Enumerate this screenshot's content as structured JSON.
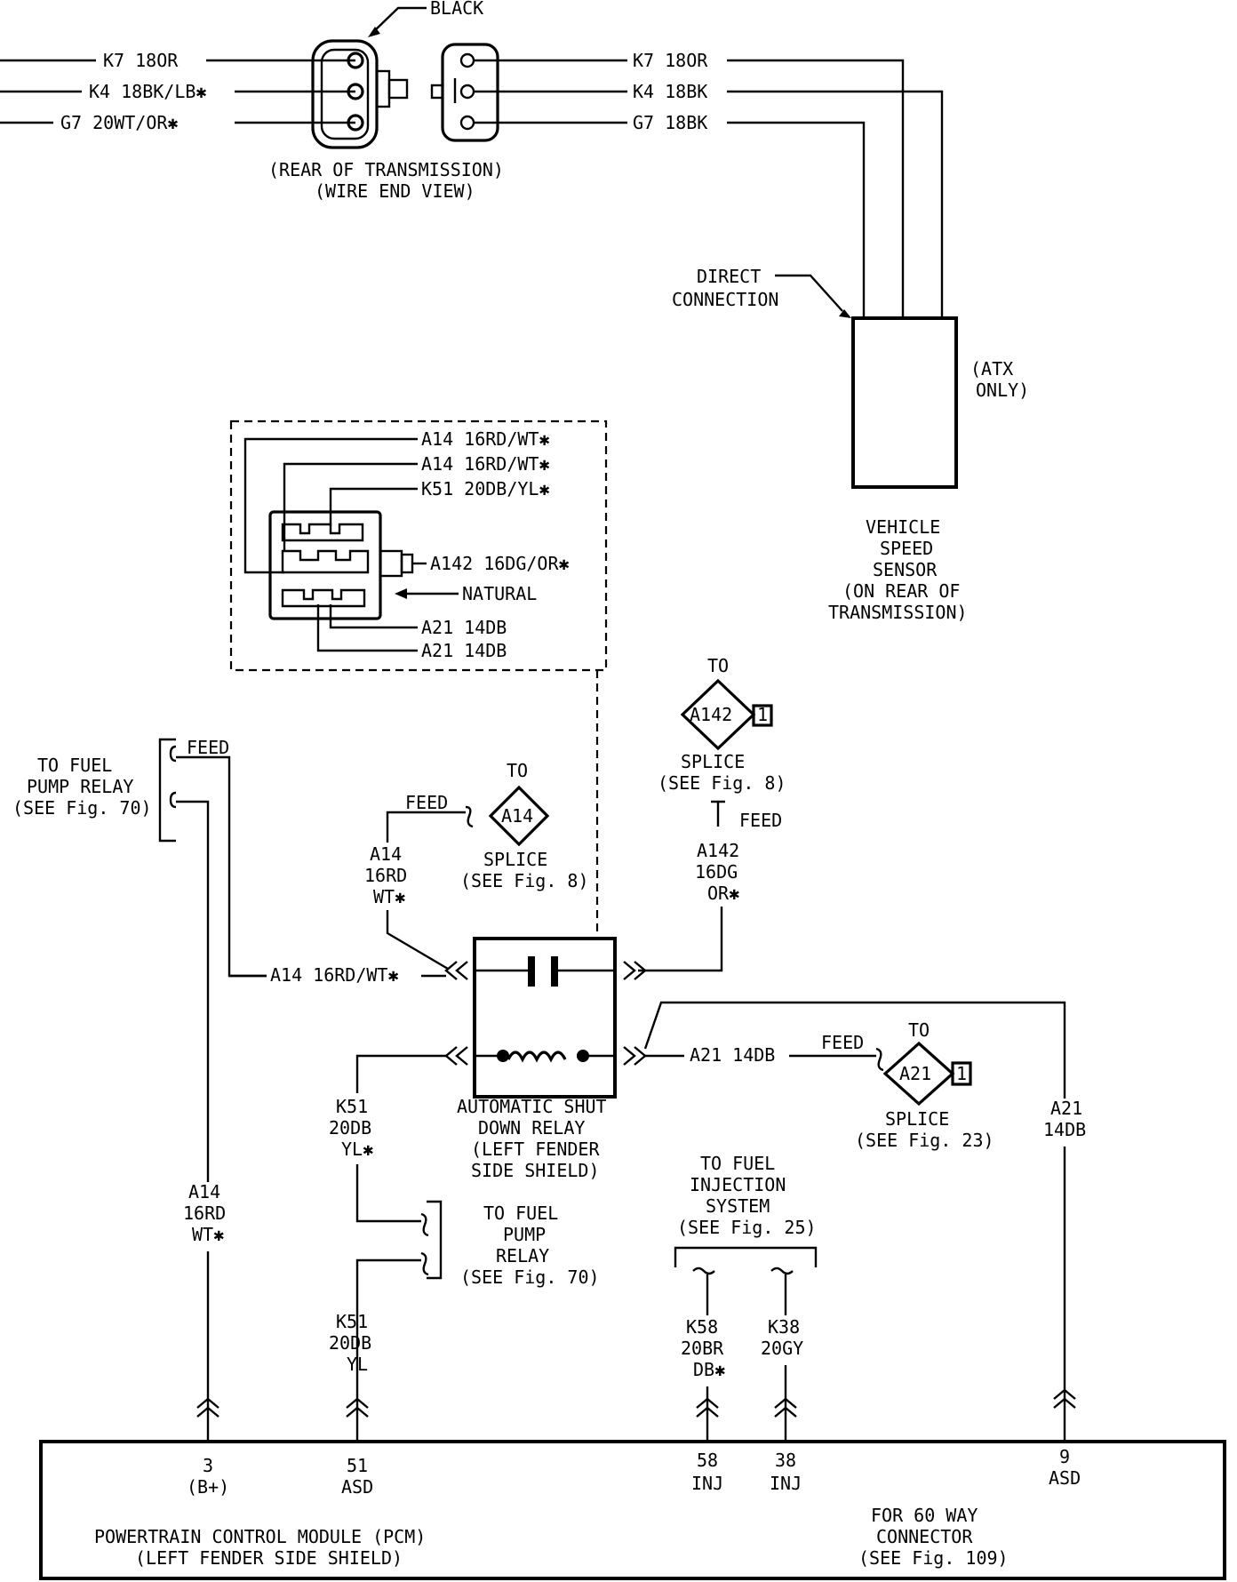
{
  "connector_top": {
    "color_label": "BLACK",
    "left_wires": [
      "K7 18OR",
      "K4 18BK/LB✱",
      "G7 20WT/OR✱"
    ],
    "right_wires": [
      "K7 18OR",
      "K4 18BK",
      "G7 18BK"
    ],
    "caption_1": "(REAR OF TRANSMISSION)",
    "caption_2": "(WIRE END VIEW)"
  },
  "vss": {
    "direct_1": "DIRECT",
    "direct_2": "CONNECTION",
    "atx_1": "(ATX",
    "atx_2": "ONLY)",
    "label": [
      "VEHICLE",
      "SPEED",
      "SENSOR",
      "(ON REAR OF",
      "TRANSMISSION)"
    ]
  },
  "relay_connector": {
    "wires": [
      "A14 16RD/WT✱",
      "A14 16RD/WT✱",
      "K51 20DB/YL✱",
      "A142 16DG/OR✱",
      "NATURAL",
      "A21 14DB",
      "A21 14DB"
    ]
  },
  "fuel_pump_relay_top": {
    "feed": "FEED",
    "label": [
      "TO FUEL",
      "PUMP RELAY",
      "(SEE Fig. 70)"
    ]
  },
  "splice_a14": {
    "to": "TO",
    "id": "A14",
    "feed": "FEED",
    "label_1": "SPLICE",
    "label_2": "(SEE Fig. 8)",
    "wire": [
      "A14",
      "16RD",
      "WT✱"
    ]
  },
  "splice_a142": {
    "to": "TO",
    "id": "A142",
    "num": "1",
    "label_1": "SPLICE",
    "label_2": "(SEE Fig. 8)",
    "feed": "FEED",
    "wire": [
      "A142",
      "16DG",
      "OR✱"
    ]
  },
  "relay": {
    "left_wire": "A14 16RD/WT✱",
    "right_wire": "A21 14DB",
    "label": [
      "AUTOMATIC SHUT",
      "DOWN RELAY",
      "(LEFT FENDER",
      "SIDE SHIELD)"
    ]
  },
  "splice_a21": {
    "feed": "FEED",
    "to": "TO",
    "id": "A21",
    "num": "1",
    "label_1": "SPLICE",
    "label_2": "(SEE Fig. 23)"
  },
  "wires_vertical": {
    "k51_top": [
      "K51",
      "20DB",
      "YL✱"
    ],
    "a14_left": [
      "A14",
      "16RD",
      "WT✱"
    ],
    "k51_bottom": [
      "K51",
      "20DB",
      "YL"
    ],
    "a21_right": [
      "A21",
      "14DB"
    ],
    "k58": [
      "K58",
      "20BR",
      "DB✱"
    ],
    "k38": [
      "K38",
      "20GY"
    ]
  },
  "fuel_pump_relay_bottom": {
    "label": [
      "TO FUEL",
      "PUMP",
      "RELAY",
      "(SEE Fig. 70)"
    ]
  },
  "fuel_injection": {
    "label": [
      "TO FUEL",
      "INJECTION",
      "SYSTEM",
      "(SEE Fig. 25)"
    ]
  },
  "pcm": {
    "pins": [
      {
        "num": "3",
        "name": "(B+)"
      },
      {
        "num": "51",
        "name": "ASD"
      },
      {
        "num": "58",
        "name": "INJ"
      },
      {
        "num": "38",
        "name": "INJ"
      },
      {
        "num": "9",
        "name": "ASD"
      }
    ],
    "title_1": "POWERTRAIN CONTROL MODULE (PCM)",
    "title_2": "(LEFT FENDER SIDE SHIELD)",
    "conn_1": "FOR 60 WAY",
    "conn_2": "CONNECTOR",
    "conn_3": "(SEE Fig. 109)"
  }
}
